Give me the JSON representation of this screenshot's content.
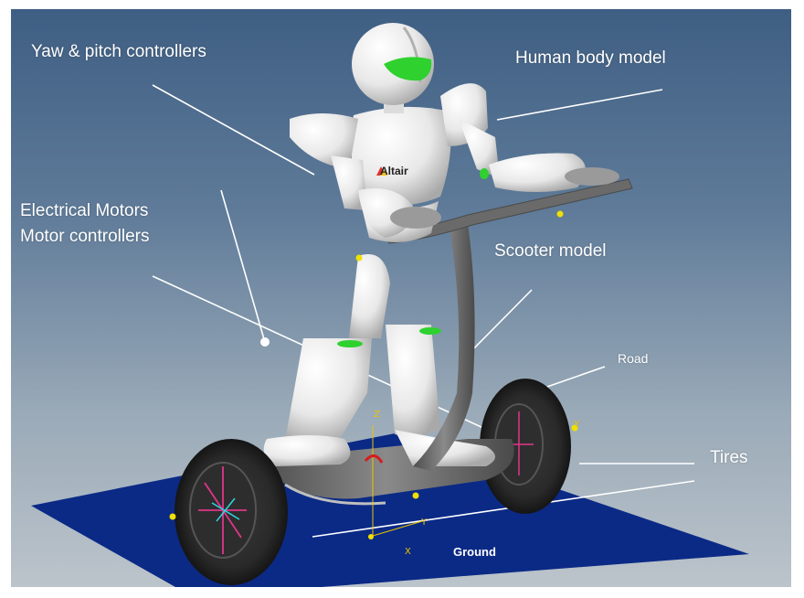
{
  "labels": {
    "yaw_pitch": "Yaw & pitch controllers",
    "human_body": "Human body model",
    "electrical_motors": "Electrical Motors",
    "motor_controllers": "Motor controllers",
    "scooter_model": "Scooter model",
    "road": "Road",
    "tires": "Tires",
    "ground": "Ground"
  },
  "brand": {
    "logo_text": "Altair"
  },
  "axes": {
    "z": "Z",
    "y_upper": "Y",
    "y_lower": "Y",
    "x": "X"
  },
  "colors": {
    "background_top": "#3e5e83",
    "background_bottom": "#bcc4cb",
    "ground_plane": "#0b2a86",
    "body_white": "#f2f2f2",
    "accent_green": "#2ed12e",
    "scooter_gray": "#6a6a6a",
    "tire_black": "#2a2a2a",
    "marker_yellow": "#f0e000"
  }
}
